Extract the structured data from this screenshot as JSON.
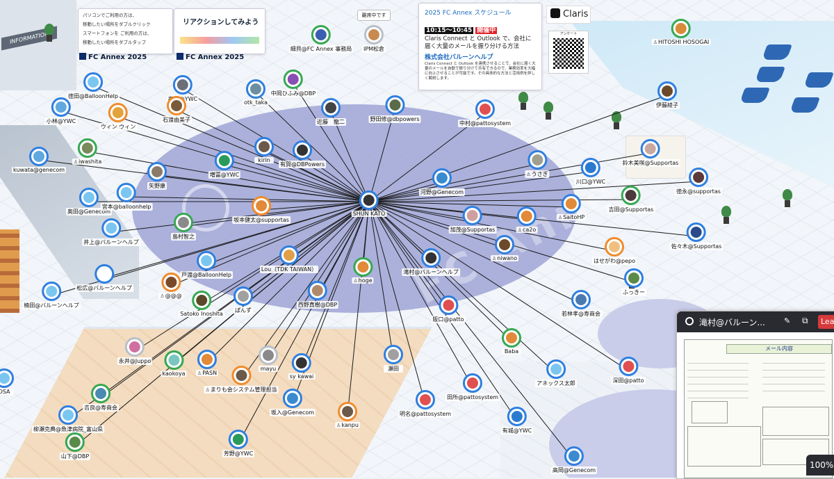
{
  "space": {
    "away_label": "離席中です",
    "info_sign": "INFORMATION",
    "floor_watermark": "FC Annex",
    "zoom": "100%"
  },
  "boards": {
    "board1": {
      "lines": [
        "パソコンでご利用の方は、",
        "移動したい場所をダブルクリック",
        "スマートフォンを ご利用の方は、",
        "移動したい場所をダブルタップ"
      ],
      "footer": "FC Annex 2025"
    },
    "board2": {
      "title": "リアクションしてみよう",
      "footer": "FC Annex 2025"
    }
  },
  "schedule": {
    "title": "2025 FC Annex スケジュール",
    "time": "10:15〜10:45",
    "status": "開催中",
    "session": "Claris Connect と Outlook で、会社に届く大量のメールを振り分ける方法",
    "company": "株式会社バルーンヘルプ",
    "detail": "Claris Connect と Outlook を連携させることで、会社に届く大量のメールを自動で振り分けて共有できるので、業務効率を大幅に向上させることが可能です。その具体的な方法と活用例を詳しく解説します。"
  },
  "brand": {
    "claris": "Claris",
    "qr_label": "アンケート"
  },
  "center_user": {
    "name": "SHUN KATO"
  },
  "colors": {
    "ring_blue": "#2e7fe0",
    "ring_green": "#36a852",
    "ring_orange": "#f08b2c",
    "floor_circle": "#9fa5d6",
    "panel_dark": "#2a2b31",
    "leave_red": "#d63a3a"
  },
  "avatars": [
    {
      "name": "細貝@FC Annex 事務局",
      "ring": "green",
      "face": "#3a5fb0"
    },
    {
      "name": "IPM松倉",
      "ring": "grey",
      "face": "#c78b52"
    },
    {
      "name": "HITOSHI HOSOGAI",
      "ring": "green",
      "face": "#d98b3a",
      "person": true
    },
    {
      "name": "徳田@BalloonHelp",
      "ring": "blue",
      "face": "#7bc6f0"
    },
    {
      "name": "高橋@YWC",
      "ring": "blue",
      "face": "#6b6f7a"
    },
    {
      "name": "中岡ひふみ@DBP",
      "ring": "green",
      "face": "#8a4fb5"
    },
    {
      "name": "otk_taka",
      "ring": "blue",
      "face": "#6c8fa0"
    },
    {
      "name": "小林@YWC",
      "ring": "blue",
      "face": "#5fa8e0"
    },
    {
      "name": "ウィン ウィン",
      "ring": "orange",
      "face": "#e3a23c"
    },
    {
      "name": "石渡由美子",
      "ring": "orange",
      "face": "#7a5a3a"
    },
    {
      "name": "近藤　龍二",
      "ring": "blue",
      "face": "#444"
    },
    {
      "name": "野田修@dbpowers",
      "ring": "blue",
      "face": "#5a6b4a"
    },
    {
      "name": "中村@pattosystem",
      "ring": "blue",
      "face": "#e05050"
    },
    {
      "name": "伊藤綾子",
      "ring": "blue",
      "face": "#6b4a2a"
    },
    {
      "name": "iwashita",
      "ring": "green",
      "face": "#7a8a5a",
      "person": true
    },
    {
      "name": "kuwata@genecom",
      "ring": "blue",
      "face": "#5fa8e0"
    },
    {
      "name": "kirin",
      "ring": "blue",
      "face": "#6b5a4a"
    },
    {
      "name": "有賀@DBPowers",
      "ring": "blue",
      "face": "#333"
    },
    {
      "name": "増冨@YWC",
      "ring": "blue",
      "face": "#2a9a5a"
    },
    {
      "name": "矢野康",
      "ring": "blue",
      "face": "#8a7a6a"
    },
    {
      "name": "うさぎ",
      "ring": "blue",
      "face": "#a0a090",
      "person": true
    },
    {
      "name": "川口@YWC",
      "ring": "blue",
      "face": "#2a7ad0"
    },
    {
      "name": "鈴木美咲@Supportas",
      "ring": "blue",
      "face": "#c8a8a0"
    },
    {
      "name": "徳永@supportas",
      "ring": "blue",
      "face": "#5a3a3a"
    },
    {
      "name": "奥田@Genecom",
      "ring": "blue",
      "face": "#7bc6f0"
    },
    {
      "name": "宮本@balloonhelp",
      "ring": "blue",
      "face": "#7bc6f0"
    },
    {
      "name": "河野@Genecom",
      "ring": "blue",
      "face": "#3a8ad0"
    },
    {
      "name": "加茂@Supportas",
      "ring": "blue",
      "face": "#d0a0a0"
    },
    {
      "name": "ca2o",
      "ring": "blue",
      "face": "#e08a3a",
      "person": true
    },
    {
      "name": "SaitoHP",
      "ring": "blue",
      "face": "#e08a3a",
      "person": true
    },
    {
      "name": "吉田@Supportas",
      "ring": "green",
      "face": "#4a3a3a"
    },
    {
      "name": "井上@バルーンヘルプ",
      "ring": "blue",
      "face": "#7bc6f0"
    },
    {
      "name": "坂本健太@supportas",
      "ring": "orange",
      "face": "#e08a3a"
    },
    {
      "name": "島村智之",
      "ring": "green",
      "face": "#8a8a8a"
    },
    {
      "name": "佐々木@Supportas",
      "ring": "blue",
      "face": "#2a4a8a"
    },
    {
      "name": "niwano",
      "ring": "blue",
      "face": "#6b4a2a",
      "person": true
    },
    {
      "name": "はせがわ@pepo",
      "ring": "orange",
      "face": "#f0c080"
    },
    {
      "name": "Lou（TDK TAIWAN）",
      "ring": "blue",
      "face": "#e0a04a"
    },
    {
      "name": "hoge",
      "ring": "green",
      "face": "#e08a3a",
      "person": true
    },
    {
      "name": "滝村@バルーンヘルプ",
      "ring": "blue",
      "face": "#333"
    },
    {
      "name": "戸渡@BalloonHelp",
      "ring": "blue",
      "face": "#7bc6f0"
    },
    {
      "name": "松広@バルーンヘルプ",
      "ring": "blue",
      "face": "#fff"
    },
    {
      "name": "@@@",
      "ring": "orange",
      "face": "#7a4a2a",
      "person": true
    },
    {
      "name": "Satoko Inoshita",
      "ring": "green",
      "face": "#5a4a2a"
    },
    {
      "name": "ぱんず",
      "ring": "blue",
      "face": "#a0a0a0"
    },
    {
      "name": "西野真樹@DBP",
      "ring": "blue",
      "face": "#b08a6a"
    },
    {
      "name": "楠田@バルーンヘルプ",
      "ring": "blue",
      "face": "#7bc6f0"
    },
    {
      "name": "ふっきー",
      "ring": "blue",
      "face": "#5a8a4a"
    },
    {
      "name": "若林孝@寿商会",
      "ring": "blue",
      "face": "#4a7ab0"
    },
    {
      "name": "阪口@patto",
      "ring": "blue",
      "face": "#e05050"
    },
    {
      "name": "永井@Juppo",
      "ring": "grey",
      "face": "#d070a0"
    },
    {
      "name": "Baba",
      "ring": "green",
      "face": "#e08a3a"
    },
    {
      "name": "kaokoya",
      "ring": "green",
      "face": "#7bc6c0"
    },
    {
      "name": "PASN",
      "ring": "blue",
      "face": "#e08a3a",
      "person": true
    },
    {
      "name": "mayu",
      "ring": "grey",
      "face": "#8a8a8a"
    },
    {
      "name": "sy kawai",
      "ring": "blue",
      "face": "#333"
    },
    {
      "name": "瀬田",
      "ring": "blue",
      "face": "#a0a0a0"
    },
    {
      "name": "アネックス太郎",
      "ring": "blue",
      "face": "#7bc6f0"
    },
    {
      "name": "深田@patto",
      "ring": "blue",
      "face": "#e05050"
    },
    {
      "name": "吉良@寿商会",
      "ring": "green",
      "face": "#4a8ab0"
    },
    {
      "name": "まりも会システム管理担当",
      "ring": "orange",
      "face": "#6b5a4a",
      "person": true
    },
    {
      "name": "田所@pattosystem",
      "ring": "blue",
      "face": "#e05050"
    },
    {
      "name": "柳瀬克典@魚津病院_富山県",
      "ring": "blue",
      "face": "#7bc6f0"
    },
    {
      "name": "坂入@Genecom",
      "ring": "blue",
      "face": "#3a8ad0"
    },
    {
      "name": "明名@pattosystem",
      "ring": "blue",
      "face": "#e05050"
    },
    {
      "name": "kanpu",
      "ring": "orange",
      "face": "#6b5a4a",
      "person": true
    },
    {
      "name": "有城@YWC",
      "ring": "blue",
      "face": "#2a7ad0"
    },
    {
      "name": "山下@DBP",
      "ring": "green",
      "face": "#5a8a4a"
    },
    {
      "name": "芳野@YWC",
      "ring": "blue",
      "face": "#2a9a5a"
    },
    {
      "name": "高岡@Genecom",
      "ring": "blue",
      "face": "#3a8ad0"
    },
    {
      "name": "OSA",
      "ring": "blue",
      "face": "#7bc6f0"
    }
  ],
  "panel": {
    "title": "滝村@バルーン...",
    "leave": "Lea",
    "mail_title": "メール内容"
  }
}
